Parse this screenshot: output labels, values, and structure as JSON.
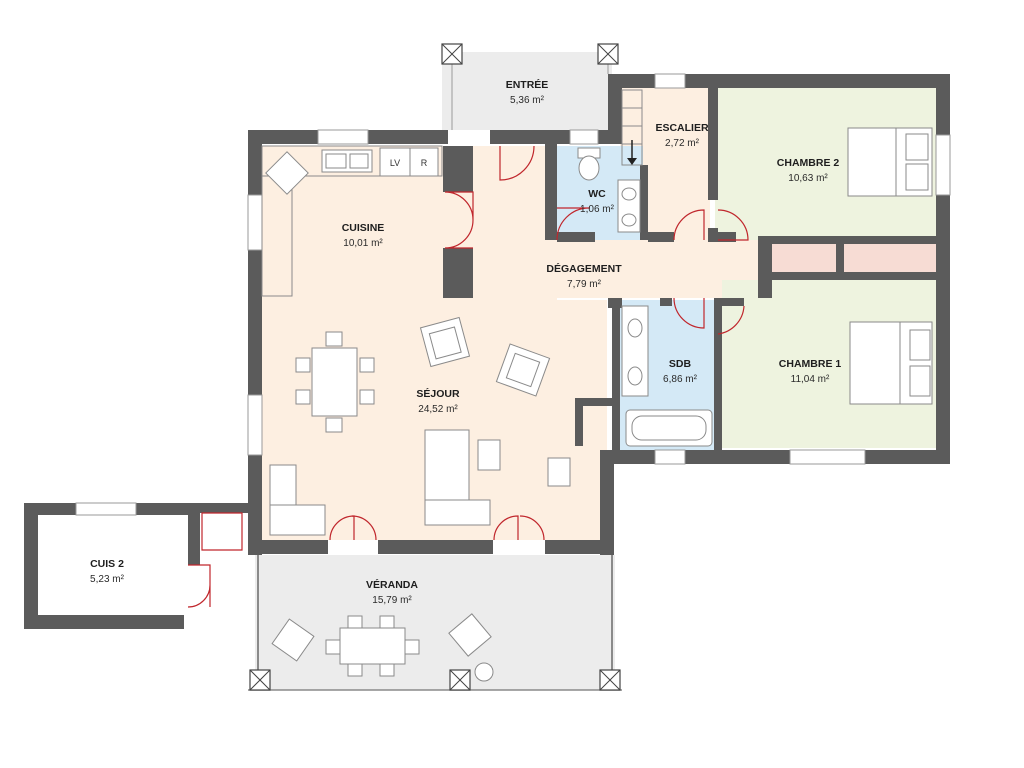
{
  "rooms": {
    "entree": {
      "name": "ENTRÉE",
      "area": "5,36 m²"
    },
    "escalier": {
      "name": "ESCALIER",
      "area": "2,72 m²"
    },
    "chambre2": {
      "name": "CHAMBRE 2",
      "area": "10,63 m²"
    },
    "wc": {
      "name": "WC",
      "area": "1,06 m²"
    },
    "cuisine": {
      "name": "CUISINE",
      "area": "10,01 m²"
    },
    "degagement": {
      "name": "DÉGAGEMENT",
      "area": "7,79 m²"
    },
    "sdb": {
      "name": "SDB",
      "area": "6,86 m²"
    },
    "chambre1": {
      "name": "CHAMBRE 1",
      "area": "11,04 m²"
    },
    "sejour": {
      "name": "SÉJOUR",
      "area": "24,52 m²"
    },
    "cuis2": {
      "name": "CUIS 2",
      "area": "5,23 m²"
    },
    "veranda": {
      "name": "VÉRANDA",
      "area": "15,79 m²"
    }
  },
  "fixtures": {
    "lv": "LV",
    "r": "R"
  },
  "colors": {
    "wall": "#5b5b5b",
    "living_fill": "#fdefe1",
    "bedroom_fill": "#eef3df",
    "wet_fill": "#d4e9f6",
    "outdoor_fill": "#ececec",
    "door": "#c0262c"
  }
}
